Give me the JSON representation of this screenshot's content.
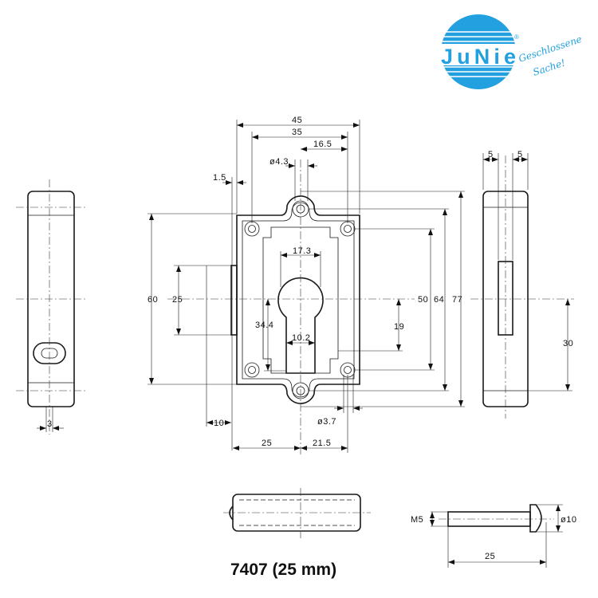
{
  "logo": {
    "brand": "JuNie",
    "registered": "®",
    "slogan_line1": "Geschlossene",
    "slogan_line2": "Sache!",
    "color": "#22a0e0"
  },
  "title": "7407 (25 mm)",
  "dimensions": {
    "width_45": "45",
    "hole_spacing_35": "35",
    "offset_16_5": "16.5",
    "hole_dia_4_3": "ø4.3",
    "plate_1_5": "1.5",
    "height_60": "60",
    "bolt_25": "25",
    "bolt_offset_10": "10",
    "keyhole_17_3": "17.3",
    "keyhole_34_4": "34.4",
    "slot_10_2": "10.2",
    "offset_19": "19",
    "hole_spacing_50": "50",
    "ear_spacing_64": "64",
    "overall_77": "77",
    "hole_dia_3_7": "ø3.7",
    "backset_25": "25",
    "offset_21_5": "21.5",
    "side_3": "3",
    "side_5a": "5",
    "side_5b": "5",
    "side_30": "30",
    "screw_m5": "M5",
    "screw_head_10": "ø10",
    "screw_length_25": "25"
  }
}
